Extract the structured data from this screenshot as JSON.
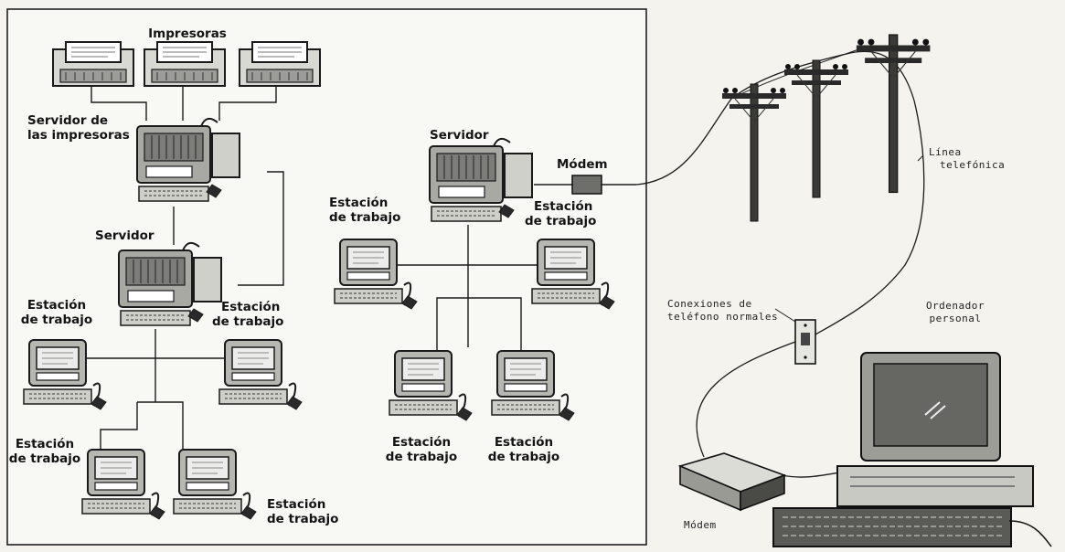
{
  "labels": {
    "impresoras": "Impresoras",
    "servidor_impresoras": [
      "Servidor de",
      "las impresoras"
    ],
    "servidor_1": "Servidor",
    "servidor_2": "Servidor",
    "modem_top": "Módem",
    "estacion_trabajo_1": [
      "Estación",
      "de trabajo"
    ],
    "estacion_trabajo_2": [
      "Estación",
      "de trabajo"
    ],
    "estacion_trabajo_3": [
      "Estación",
      "de trabajo"
    ],
    "estacion_trabajo_4": [
      "Estación",
      "de trabajo"
    ],
    "estacion_trabajo_5": [
      "Estación",
      "de trabajo"
    ],
    "estacion_trabajo_6": [
      "Estación",
      "de trabajo"
    ],
    "estacion_trabajo_7": [
      "Estación",
      "de trabajo"
    ],
    "estacion_trabajo_8": [
      "Estación",
      "de trabajo"
    ],
    "linea_telefonica": [
      "Línea",
      "telefónica"
    ],
    "conexiones": [
      "Conexiones de",
      "teléfono normales"
    ],
    "ordenador": [
      "Ordenador",
      "personal"
    ],
    "modem_bottom": "Módem"
  }
}
